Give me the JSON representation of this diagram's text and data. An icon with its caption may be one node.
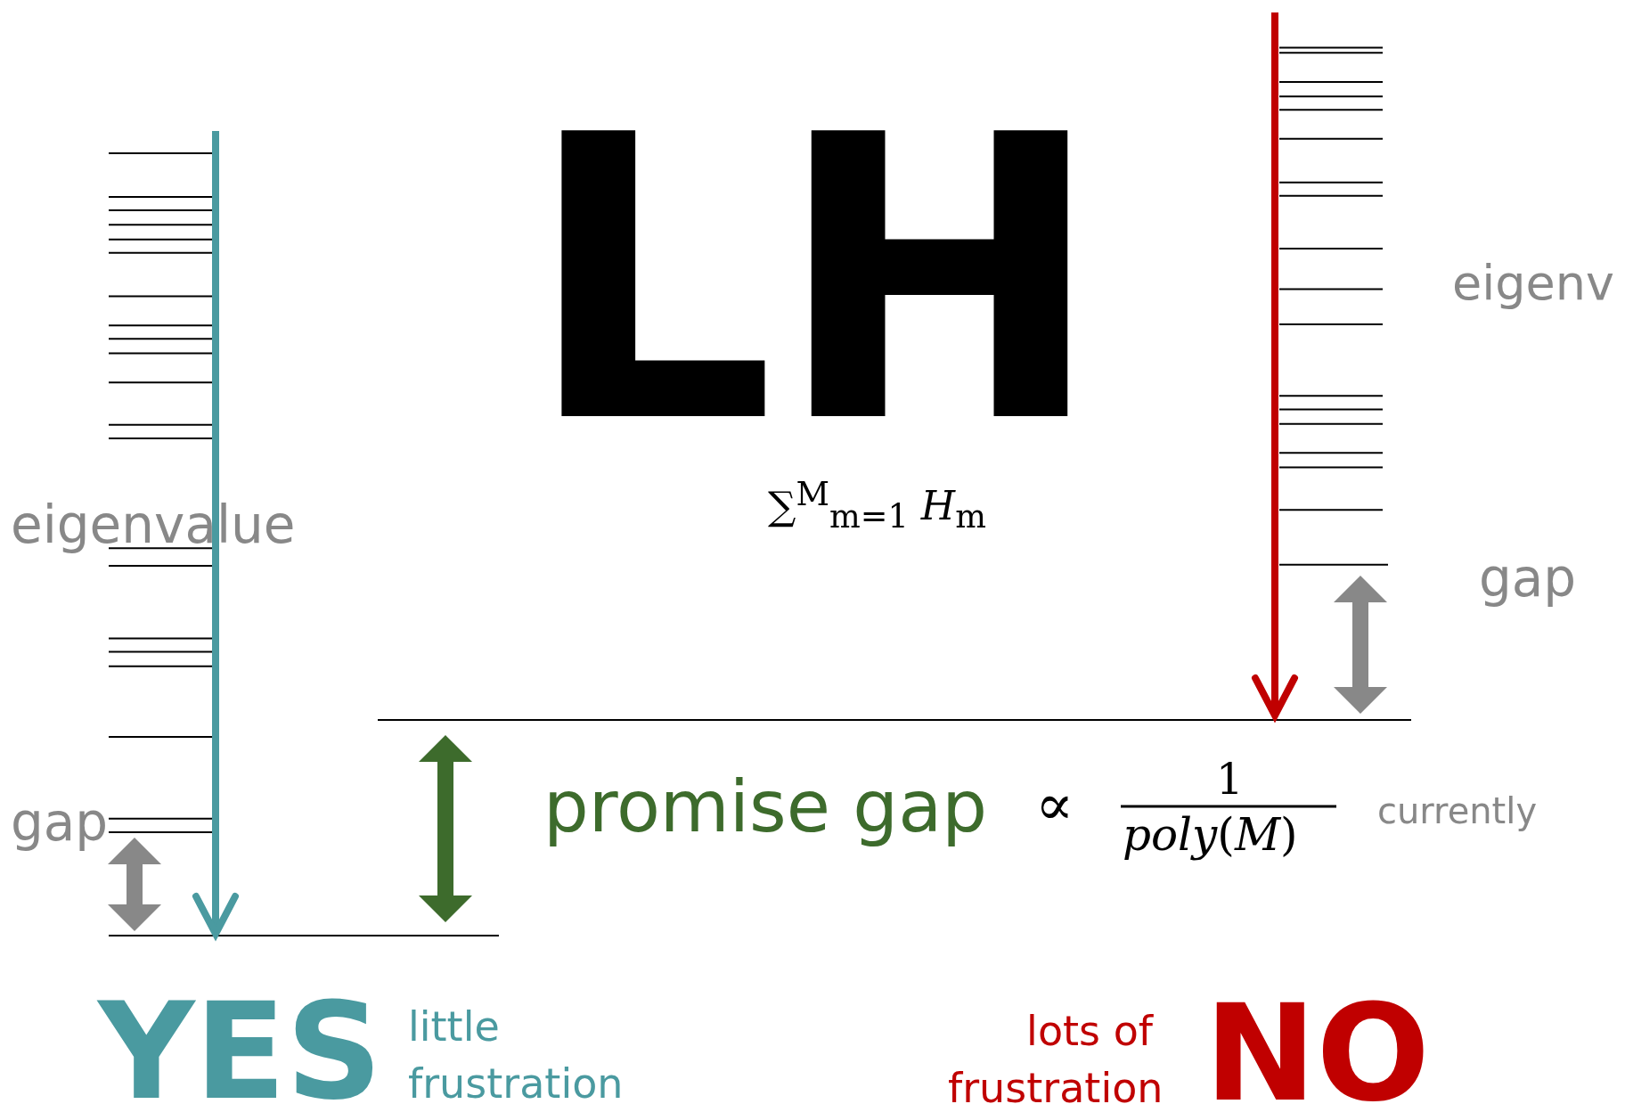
{
  "diagram": {
    "labels": [
      "LH",
      "eigenv",
      "eigenvalue",
      "∑$^{M}$$_{m=1}$ *H*$_{m}$",
      "gap",
      "promise gap",
      "∝",
      "1",
      "*poly*(*M*)",
      "currently",
      "gap",
      "YES",
      "little frustration",
      "lots of frustration",
      "NO"
    ]
  }
}
